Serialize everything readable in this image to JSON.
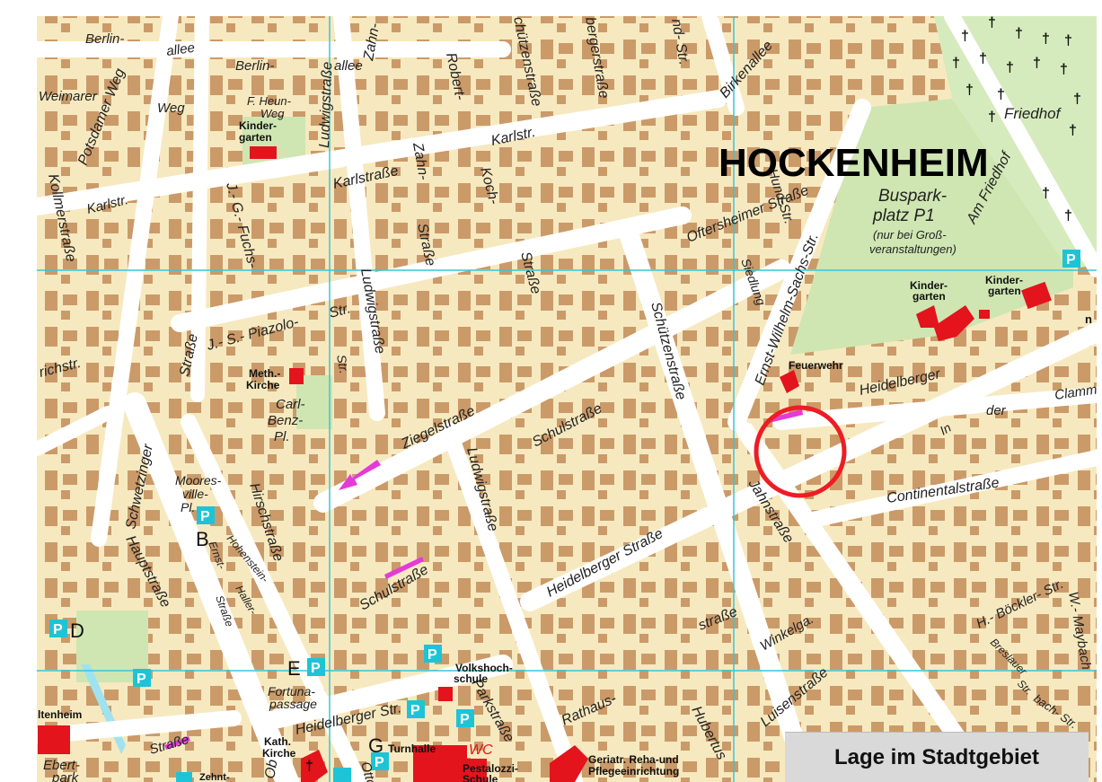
{
  "map": {
    "town": "HOCKENHEIM",
    "caption": "Lage im Stadtgebiet",
    "colors": {
      "block": "#f7e9bf",
      "building": "#c99664",
      "green": "#cfe6b2",
      "street": "#ffffff",
      "grid": "#38c6d6",
      "marker": "#ee1c24",
      "arrow": "#e53ad8",
      "parking": "#1fc3d6",
      "public": "#e3141c"
    },
    "streets": {
      "berlin_allee_1": "Berlin-",
      "berlin_allee_2": "allee",
      "berlin_allee_3": "Berlin-",
      "berlin_allee_4": "allee",
      "weimarer": "Weimarer",
      "potsdamer": "Potsdamer Weg",
      "weg": "Weg",
      "f_heun_1": "F. Heun-",
      "f_heun_2": "Weg",
      "ludwig_top": "Ludwigstraße",
      "zahn": "Zahn-",
      "robert": "Robert-",
      "schuetzen_top": "chützenstraße",
      "berger": "bergerstraße",
      "nd_str": "nd- Str.",
      "birkenallee": "Birkenallee",
      "karlstr_upper": "Karlstr.",
      "karlstrasse": "Karlstraße",
      "karlstr_left": "Karlstr.",
      "koch": "Koch-",
      "strasse_koch": "Straße",
      "strasse_zahn": "Straße",
      "kollmer": "Kollmerstraße",
      "fuchs": "J.- G.- Fuchs-",
      "oftersheimer": "Oftersheimer Straße",
      "hund": "Hund-Str.",
      "siedlung": "Siedlung",
      "sachs": "Ernst-Wilhelm-Sachs-Str.",
      "am_friedhof": "Am Friedhof",
      "friedhof": "Friedhof",
      "piazolo": "J.- S.- Piazolo-",
      "piazolo_str": "Str.",
      "piazolo_str2": "Str.",
      "ludwig_mid": "Ludwigstraße",
      "richstr": "richstr.",
      "strasse_left": "Straße",
      "schuetzen_mid": "Schützenstraße",
      "heidelberger_right": "Heidelberger",
      "in_der_clamm_1": "In",
      "in_der_clamm_2": "der",
      "in_der_clamm_3": "Clamm",
      "ziegel": "Ziegelstraße",
      "schulstr_mid": "Schulstraße",
      "ludwig_low": "Ludwigstraße",
      "continental": "Continentalstraße",
      "jahn": "Jahnstraße",
      "schwetzinger": "Schwetzinger",
      "moores_1": "Moores-",
      "moores_2": "ville-",
      "moores_3": "Pl.",
      "hirsch": "Hirschstraße",
      "hohenstein_1": "Hohenstein-",
      "hohenstein_2": "Ernst-",
      "hohenstein_3": "Haller-",
      "hohenstein_4": "Straße",
      "schulstr_low": "Schulstraße",
      "heidelberger_str_mid": "Heidelberger Straße",
      "haupt": "Hauptstraße",
      "strasse_low": "straße",
      "winkelga": "Winkelga.",
      "boeckler": "H.- Böckler- Str.",
      "maybach": "W.- Maybach",
      "breslauer_1": "Breslauer",
      "breslauer_2": "Str.",
      "bach_str": "bach- Str.",
      "luisen": "Luisenstraße",
      "fortuna_1": "Fortuna-",
      "fortuna_2": "passage",
      "heidelberger_low": "Heidelberger Str.",
      "park": "Parkstraße",
      "rathaus": "Rathaus-",
      "hubertus": "Hubertus",
      "strasse_bl": "Straße",
      "ebert_1": "Ebert-",
      "ebert_2": "park",
      "otto": "Otto",
      "ob": "Ob",
      "zehnt": "Zehnt-"
    },
    "places": {
      "kindergarten_left_1": "Kinder-",
      "kindergarten_left_2": "garten",
      "buspark_1": "Buspark-",
      "buspark_2": "platz P1",
      "buspark_3": "(nur bei Groß-",
      "buspark_4": "veranstaltungen)",
      "kg_r1_1": "Kinder-",
      "kg_r1_2": "garten",
      "kg_r2_1": "Kinder-",
      "kg_r2_2": "garten",
      "feuerwehr": "Feuerwehr",
      "meth_1": "Meth.-",
      "meth_2": "Kirche",
      "carl_1": "Carl-",
      "carl_2": "Benz-",
      "carl_3": "Pl.",
      "volkshoch_1": "Volkshoch-",
      "volkshoch_2": "schule",
      "kath_1": "Kath.",
      "kath_2": "Kirche",
      "turnhalle": "Turnhalle",
      "wc": "WC",
      "pestalozzi_1": "Pestalozzi-",
      "pestalozzi_2": "Schule",
      "geriatr_1": "Geriatr. Reha-und",
      "geriatr_2": "Pflegeeinrichtung",
      "altenheim": "ltenheim"
    },
    "letters": {
      "b": "B",
      "d": "D",
      "e": "E",
      "g": "G"
    },
    "parking": "P",
    "cemetery_symbol": "†",
    "church_symbol": "†",
    "edge_n": "n"
  }
}
